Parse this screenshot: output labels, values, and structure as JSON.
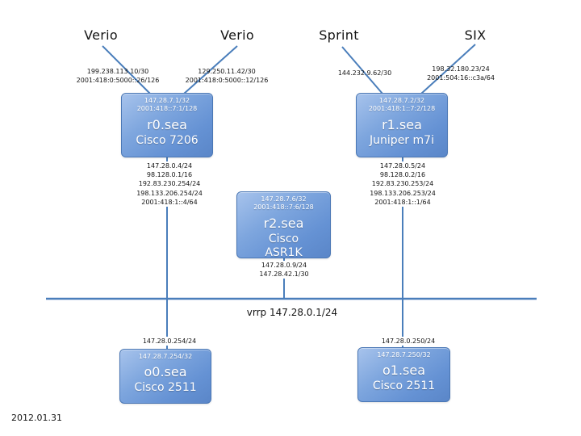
{
  "date": "2012.01.31",
  "colors": {
    "line": "#4a7ebb",
    "box_border": "#4a77b5",
    "box_gradient_top": "#a7c3ec",
    "box_gradient_bottom": "#5a86c8",
    "box_text": "#ffffff"
  },
  "uplinks": [
    {
      "label": "Verio",
      "ips": [
        "199.238.113.10/30",
        "2001:418:0:5000::26/126"
      ]
    },
    {
      "label": "Verio",
      "ips": [
        "129.250.11.42/30",
        "2001:418:0:5000::12/126"
      ]
    },
    {
      "label": "Sprint",
      "ips": [
        "144.232.9.62/30"
      ]
    },
    {
      "label": "SIX",
      "ips": [
        "198.32.180.23/24",
        "2001:504:16::c3a/64"
      ]
    }
  ],
  "routers": [
    {
      "loopbacks": [
        "147.28.7.1/32",
        "2001:418::7:1/128"
      ],
      "name": "r0.sea",
      "model": "Cisco 7206",
      "interfaces": [
        "147.28.0.4/24",
        "98.128.0.1/16",
        "192.83.230.254/24",
        "198.133.206.254/24",
        "2001:418:1::4/64"
      ]
    },
    {
      "loopbacks": [
        "147.28.7.2/32",
        "2001:418:1::7:2/128"
      ],
      "name": "r1.sea",
      "model": "Juniper m7i",
      "interfaces": [
        "147.28.0.5/24",
        "98.128.0.2/16",
        "192.83.230.253/24",
        "198.133.206.253/24",
        "2001:418:1::1/64"
      ]
    },
    {
      "loopbacks": [
        "147.28.7.6/32",
        "2001:418::7:6/128"
      ],
      "name": "r2.sea",
      "model": "Cisco\nASR1K",
      "interfaces": [
        "147.28.0.9/24",
        "147.28.42.1/30"
      ]
    }
  ],
  "lan": {
    "vrrp_label": "vrrp 147.28.0.1/24"
  },
  "consoles": [
    {
      "lan_ip": "147.28.0.254/24",
      "loopback": "147.28.7.254/32",
      "name": "o0.sea",
      "model": "Cisco 2511"
    },
    {
      "lan_ip": "147.28.0.250/24",
      "loopback": "147.28.7.250/32",
      "name": "o1.sea",
      "model": "Cisco 2511"
    }
  ]
}
